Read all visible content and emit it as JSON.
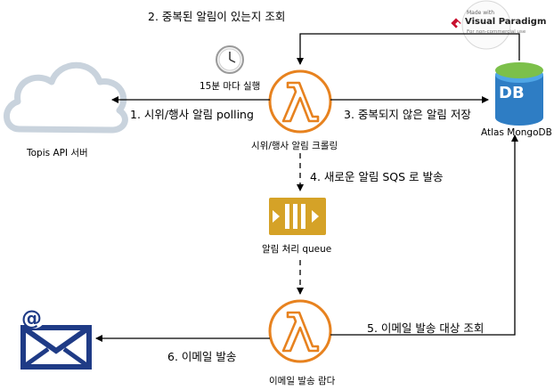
{
  "steps": {
    "s1": "1. 시위/행사 알림 polling",
    "s2": "2. 중복된 알림이 있는지 조회",
    "s3": "3. 중복되지 않은 알림 저장",
    "s4": "4. 새로운 알림 SQS 로 발송",
    "s5": "5. 이메일 발송 대상 조회",
    "s6": "6. 이메일 발송"
  },
  "nodes": {
    "topis": "Topis API 서버",
    "crawler": "시위/행사 알림 크롤링",
    "schedule": "15분 마다 실행",
    "db": "Atlas MongoDB",
    "db_badge": "DB",
    "queue": "알림 처리 queue",
    "mailer": "이메일 발송 람다"
  },
  "watermark": {
    "made_with": "Made with",
    "brand": "Visual Paradigm",
    "note": "For non-commercial use"
  },
  "colors": {
    "lambda": "#e7821f",
    "sqs": "#d5a227",
    "db": "#2e7dc4",
    "cloud": "#c9d3dd",
    "email": "#1f3b86"
  }
}
